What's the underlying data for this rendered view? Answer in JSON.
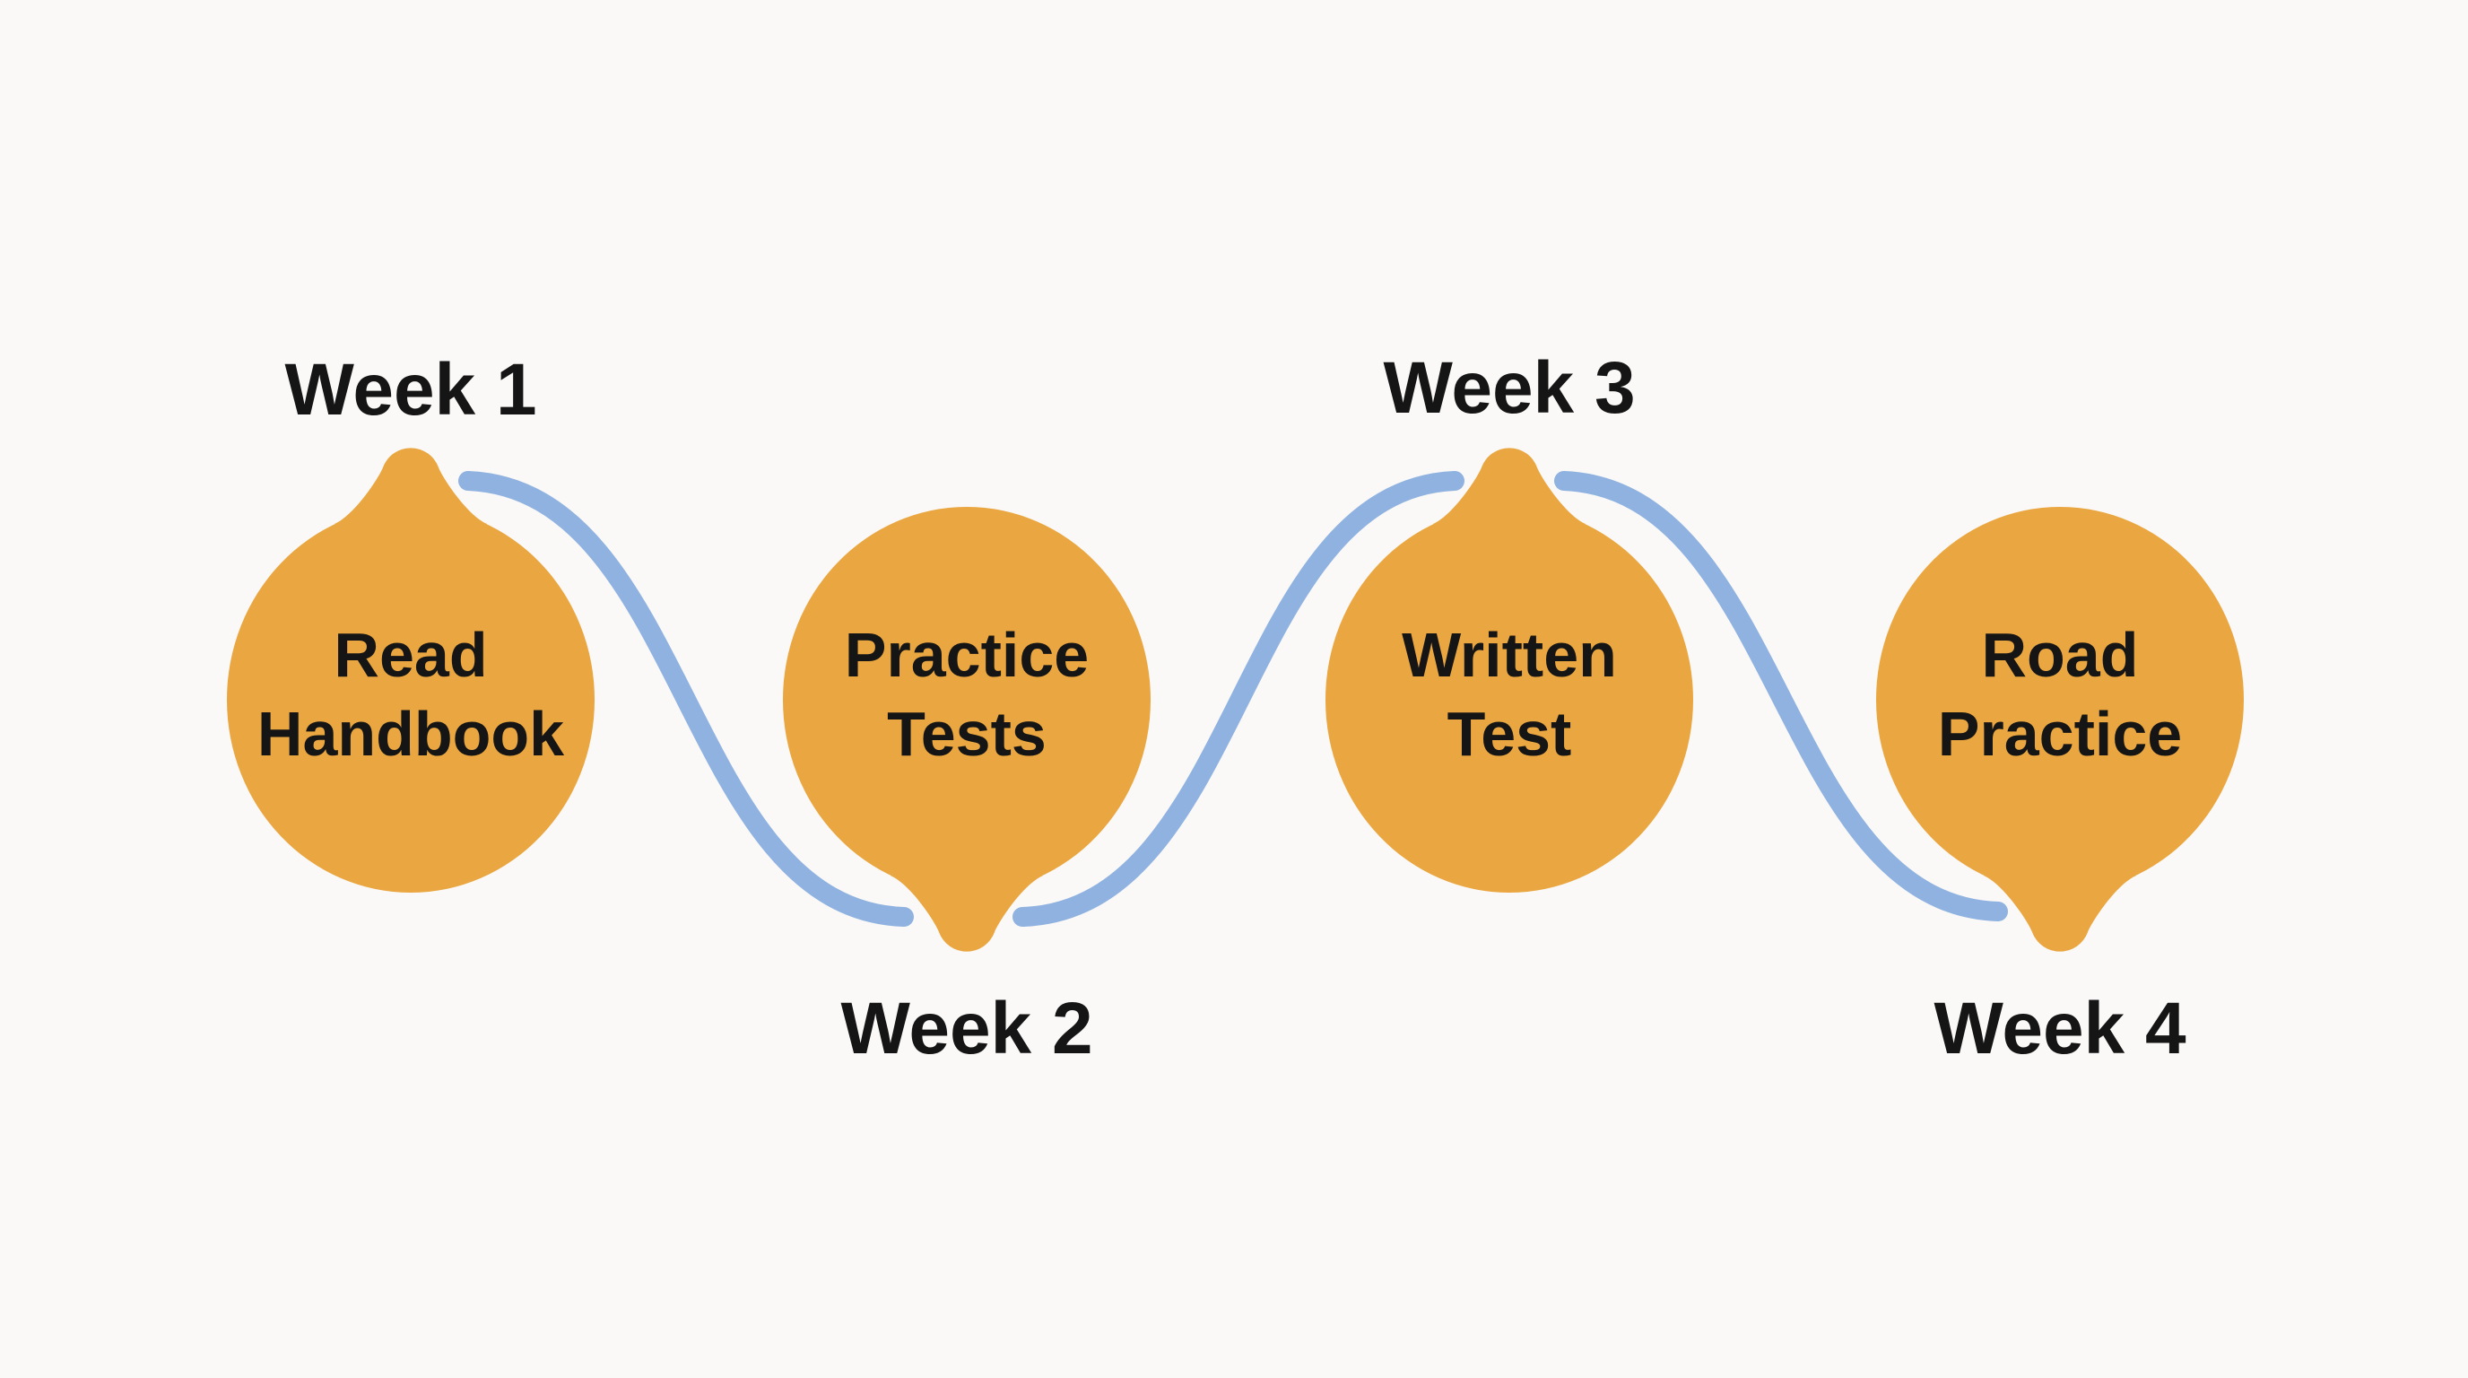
{
  "colors": {
    "background": "#FAF9F7",
    "node": "#EAA640",
    "connector": "#8FB2E0",
    "text": "#151515"
  },
  "steps": [
    {
      "week": "Week 1",
      "week_position": "above",
      "label_lines": [
        "Read",
        "Handbook"
      ]
    },
    {
      "week": "Week 2",
      "week_position": "below",
      "label_lines": [
        "Practice",
        "Tests"
      ]
    },
    {
      "week": "Week 3",
      "week_position": "above",
      "label_lines": [
        "Written",
        "Test"
      ]
    },
    {
      "week": "Week 4",
      "week_position": "below",
      "label_lines": [
        "Road",
        "Practice"
      ]
    }
  ]
}
